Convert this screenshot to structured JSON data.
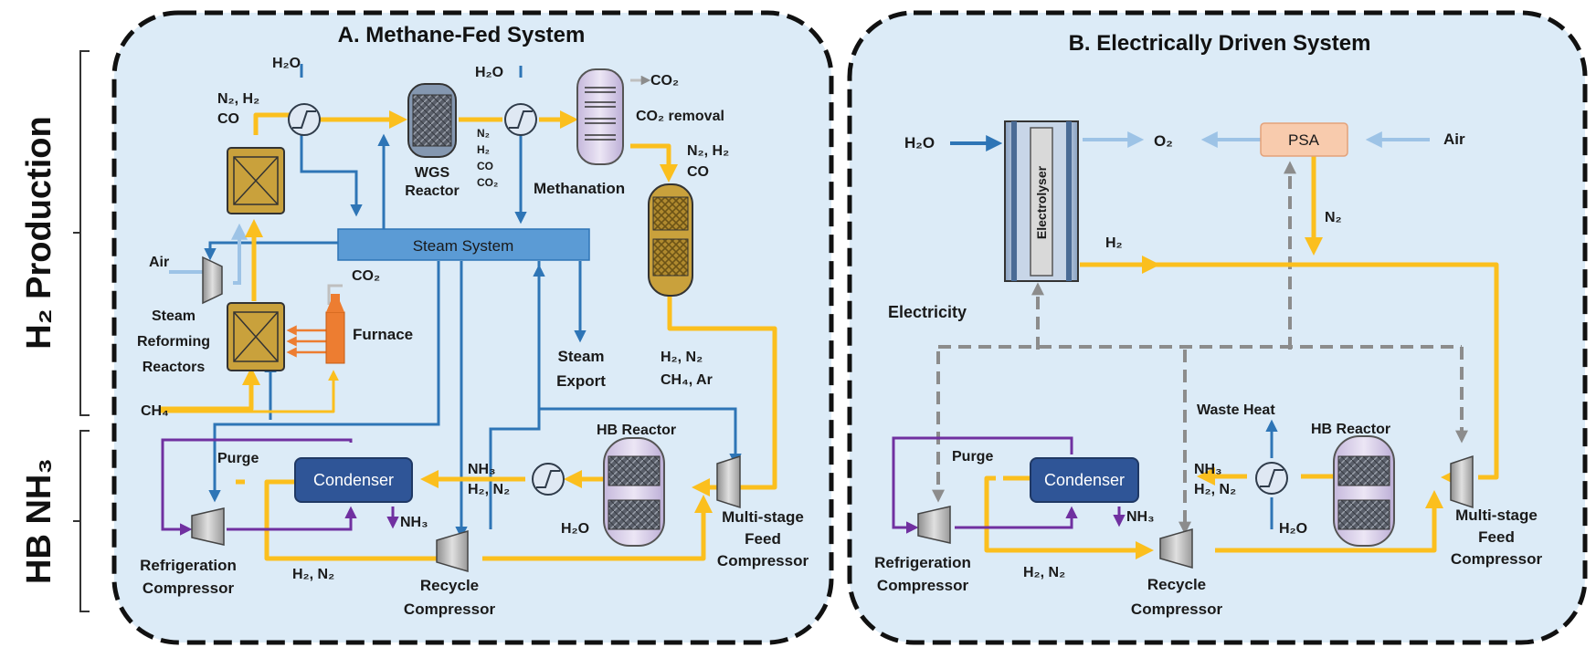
{
  "side_labels": {
    "h2_production": "H₂ Production",
    "hb_nh3": "HB NH₃"
  },
  "panel_a": {
    "title": "A. Methane-Fed System",
    "h2o_1": "H₂O",
    "h2o_2": "H₂O",
    "n2h2": "N₂, H₂",
    "co": "CO",
    "wgs": "WGS",
    "reactor": "Reactor",
    "n2": "N₂",
    "h2": "H₂",
    "co_small": "CO",
    "co2_small": "CO₂",
    "co2_out": "CO₂",
    "co2_removal": "CO₂ removal",
    "methanation": "Methanation",
    "n2h2_2": "N₂, H₂",
    "co_2": "CO",
    "steam_system": "Steam System",
    "air": "Air",
    "co2_furnace": "CO₂",
    "steam": "Steam",
    "reforming": "Reforming",
    "reactors": "Reactors",
    "furnace": "Furnace",
    "steam_export_1": "Steam",
    "steam_export_2": "Export",
    "h2n2_3": "H₂, N₂",
    "ch4ar": "CH₄, Ar",
    "ch4": "CH₄",
    "purge": "Purge",
    "condenser": "Condenser",
    "nh3_out": "NH₃",
    "nh3": "NH₃",
    "h2n2_4": "H₂, N₂",
    "hb_reactor": "HB Reactor",
    "h2o_3": "H₂O",
    "ms_1": "Multi-stage",
    "ms_2": "Feed",
    "ms_3": "Compressor",
    "refrig_1": "Refrigeration",
    "refrig_2": "Compressor",
    "h2n2_5": "H₂, N₂",
    "recycle_1": "Recycle",
    "recycle_2": "Compressor"
  },
  "panel_b": {
    "title": "B. Electrically Driven System",
    "h2o": "H₂O",
    "electrolyser": "Electrolyser",
    "o2": "O₂",
    "psa": "PSA",
    "air": "Air",
    "n2": "N₂",
    "h2": "H₂",
    "electricity": "Electricity",
    "waste_heat": "Waste Heat",
    "hb_reactor": "HB Reactor",
    "purge": "Purge",
    "condenser": "Condenser",
    "nh3": "NH₃",
    "h2n2": "H₂, N₂",
    "nh3_out": "NH₃",
    "h2o_2": "H₂O",
    "ms_1": "Multi-stage",
    "ms_2": "Feed",
    "ms_3": "Compressor",
    "refrig_1": "Refrigeration",
    "refrig_2": "Compressor",
    "h2n2_2": "H₂, N₂",
    "recycle_1": "Recycle",
    "recycle_2": "Compressor"
  },
  "colors": {
    "panel_bg": "#dcebf7",
    "process_flow": "#fbbf1e",
    "steam_flow": "#2e75b6",
    "light_flow": "#9dc3e6",
    "refrigerant": "#7030a0",
    "electric": "#8c8c8c",
    "condenser": "#2f5597",
    "reactor_fill": "#c9a13c",
    "furnace": "#ed7d31",
    "psa": "#f8cbad"
  }
}
